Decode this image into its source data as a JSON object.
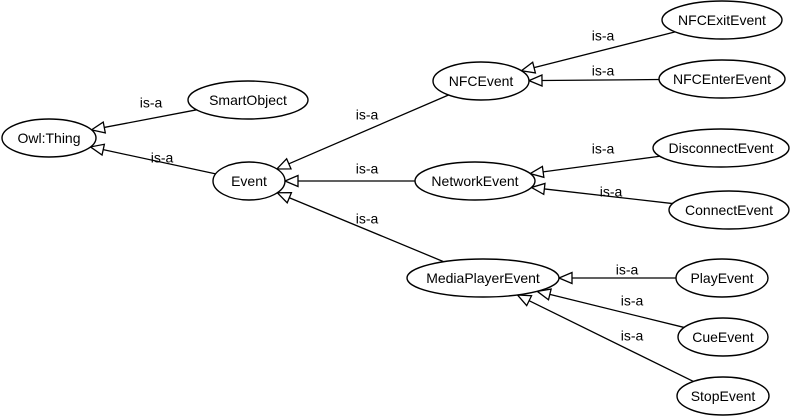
{
  "nodes": [
    {
      "id": "owl_thing",
      "label": "Owl:Thing"
    },
    {
      "id": "smart_object",
      "label": "SmartObject"
    },
    {
      "id": "event",
      "label": "Event"
    },
    {
      "id": "nfc_event",
      "label": "NFCEvent"
    },
    {
      "id": "network_event",
      "label": "NetworkEvent"
    },
    {
      "id": "media_player_event",
      "label": "MediaPlayerEvent"
    },
    {
      "id": "nfc_exit_event",
      "label": "NFCExitEvent"
    },
    {
      "id": "nfc_enter_event",
      "label": "NFCEnterEvent"
    },
    {
      "id": "disconnect_event",
      "label": "DisconnectEvent"
    },
    {
      "id": "connect_event",
      "label": "ConnectEvent"
    },
    {
      "id": "play_event",
      "label": "PlayEvent"
    },
    {
      "id": "cue_event",
      "label": "CueEvent"
    },
    {
      "id": "stop_event",
      "label": "StopEvent"
    }
  ],
  "edges": [
    {
      "from": "smart_object",
      "to": "owl_thing",
      "label": "is-a"
    },
    {
      "from": "event",
      "to": "owl_thing",
      "label": "is-a"
    },
    {
      "from": "nfc_event",
      "to": "event",
      "label": "is-a"
    },
    {
      "from": "network_event",
      "to": "event",
      "label": "is-a"
    },
    {
      "from": "media_player_event",
      "to": "event",
      "label": "is-a"
    },
    {
      "from": "nfc_exit_event",
      "to": "nfc_event",
      "label": "is-a"
    },
    {
      "from": "nfc_enter_event",
      "to": "nfc_event",
      "label": "is-a"
    },
    {
      "from": "disconnect_event",
      "to": "network_event",
      "label": "is-a"
    },
    {
      "from": "connect_event",
      "to": "network_event",
      "label": "is-a"
    },
    {
      "from": "play_event",
      "to": "media_player_event",
      "label": "is-a"
    },
    {
      "from": "cue_event",
      "to": "media_player_event",
      "label": "is-a"
    },
    {
      "from": "stop_event",
      "to": "media_player_event",
      "label": "is-a"
    }
  ]
}
